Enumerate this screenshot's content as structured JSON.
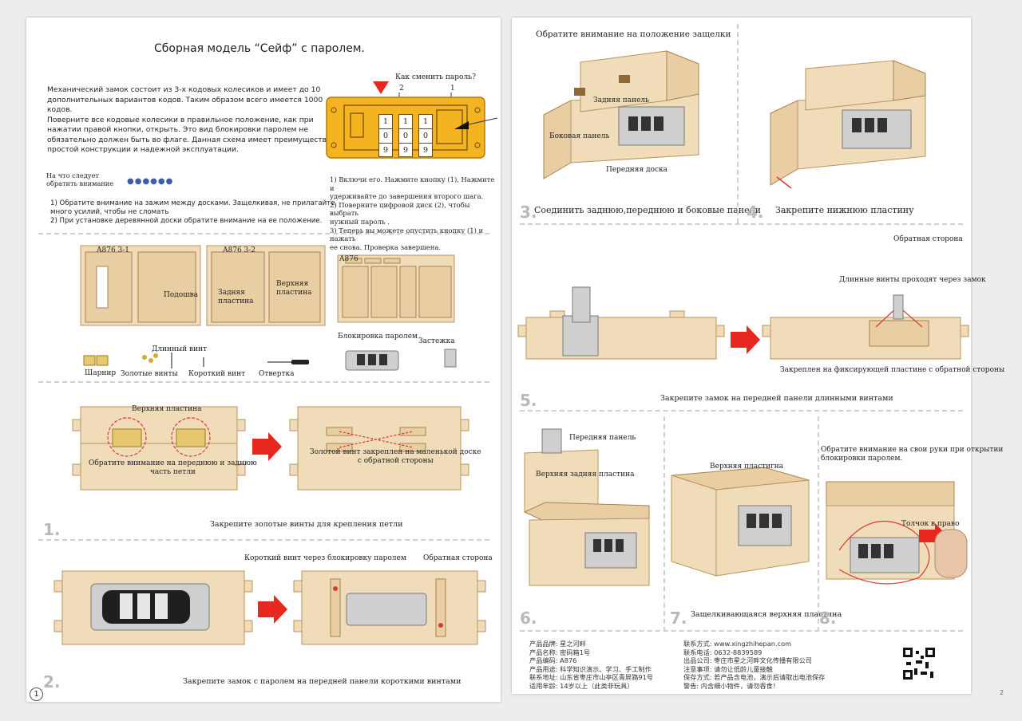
{
  "left_page": {
    "title": "Сборная модель “Сейф” с паролем.",
    "intro_lines": [
      "Механический замок состоит из 3-х кодовых колесиков и имеет до 10",
      "дополнительных вариантов кодов. Таким образом всего имеется 1000",
      "кодов.",
      "Поверните все кодовые колесики в правильное положение, как при",
      "нажатии правой кнопки, открыть. Это вид блокировки паролем не",
      "обязательно должен быть во флаге. Данная схема имеет преимущества",
      "простой конструкции и надежной эксплуатации."
    ],
    "password_question": "Как сменить пароль?",
    "lock_num_2": "2",
    "lock_num_1": "1",
    "wheels": [
      [
        "1",
        "0",
        "9"
      ],
      [
        "1",
        "0",
        "9"
      ],
      [
        "1",
        "0",
        "9"
      ]
    ],
    "password_steps": [
      "1) Включи его. Нажмите кнопку (1), Нажмите и",
      "удерживайте до завершения второго шага.",
      "2) Поверните цифровой диск (2), чтобы выбрать",
      "нужный пароль .",
      "3) Теперь вы можете опустить кнопку (1) и нажать",
      "ее снова. Проверка завершена."
    ],
    "attention_label_1": "На что следует",
    "attention_label_2": "обратить внимание",
    "attention_notes": [
      "1) Обратите внимание на зажим между досками. Защелкивая, не прилагайте",
      "много усилий, чтобы не сломать",
      "2) При установке деревянной доски обратите внимание на ее положение."
    ],
    "parts": {
      "sheet1_code": "A876 3-1",
      "sheet2_code": "A876 3-2",
      "sheet3_code": "A876",
      "base": "Подошва",
      "back_panel_1": "Задняя",
      "back_panel_2": "пластина",
      "top_panel_1": "Верхняя",
      "top_panel_2": "пластина",
      "long_screw": "Длинный винт",
      "hinge": "Шарнир",
      "gold_screws": "Золотые винты",
      "short_screw": "Короткий винт",
      "screwdriver": "Отвертка",
      "password_lock": "Блокировка паролем",
      "latch": "Застежка"
    },
    "step1": {
      "num": "1.",
      "top_plate": "Верхняя пластина",
      "note_1": "Обратите внимание на переднюю и заднюю",
      "note_2": "часть петли",
      "fixed_1": "Золотой винт закреплен на маленькой доске",
      "fixed_2": "с обратной стороны",
      "caption": "Закрепите золотые винты для крепления петли"
    },
    "step2": {
      "num": "2.",
      "short_screw_note": "Короткий винт через блокировку паролем",
      "back_side": "Обратная сторона",
      "caption": "Закрепите замок с паролем на передней панели короткими винтами"
    },
    "page_number": "1"
  },
  "right_page": {
    "step3": {
      "heading": "Обратите внимание на положение защелки",
      "back_panel": "Задняя панель",
      "side_panel": "Боковая панель",
      "front_board": "Передняя доска",
      "num": "3.",
      "caption": "Соединить заднюю,переднюю и боковые панели"
    },
    "step4": {
      "num": "4.",
      "caption": "Закрепите нижнюю пластину"
    },
    "step5": {
      "back_side": "Обратная сторона",
      "long_screws_note": "Длинные винты проходят через замок",
      "fixed_note": "Закреплен на фиксирующей пластине с обратной стороны",
      "num": "5.",
      "caption": "Закрепите замок на передней панели длинными винтами"
    },
    "step6": {
      "front_panel": "Передняя панель",
      "top_back_panel": "Верхняя задняя пластина",
      "num": "6."
    },
    "step7": {
      "top_plate": "Верхняя пластигна",
      "num": "7.",
      "caption": "Защелкивающаяся верхняя пластина"
    },
    "step8": {
      "note_1": "Обратите внимание на свои руки при открытии",
      "note_2": "блокировки паролем.",
      "push": "Толчок в право",
      "num": "8."
    },
    "info_left": [
      [
        "产品品牌:",
        "星之河畔"
      ],
      [
        "产品名称:",
        "密码箱1号"
      ],
      [
        "产品编码:",
        "A876"
      ],
      [
        "产品用途:",
        "科学知识演示、学习、手工制作"
      ],
      [
        "联系地址:",
        "山东省枣庄市山亭区青屏路91号"
      ],
      [
        "适用年龄:",
        "14岁以上（此类非玩具）"
      ]
    ],
    "info_right": [
      [
        "联系方式:",
        "www.xingzhihepan.com"
      ],
      [
        "联系电话:",
        "0632-8839589"
      ],
      [
        "出品公司:",
        "枣庄市星之河畔文化传播有限公司"
      ],
      [
        "注意事项:",
        "请勿让低龄儿童接触"
      ],
      [
        "保存方式:",
        "若产品含电池，演示后请取出电池保存"
      ],
      [
        "警告:",
        "内含细小物件，请勿吞食！"
      ]
    ],
    "page_number": "2"
  },
  "colors": {
    "accent_red": "#e8271f",
    "lock_yellow": "#f4b321",
    "wood": "#f0dcb8",
    "step_grey": "#b9b9b9"
  }
}
